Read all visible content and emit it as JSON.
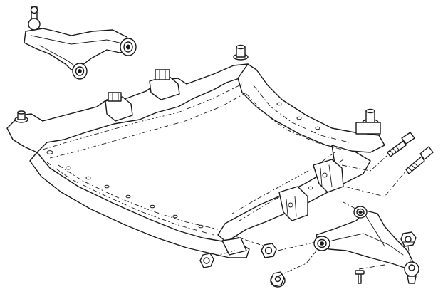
{
  "diagram": {
    "parts": [
      "front-subframe",
      "upper-control-arm",
      "lower-control-arm",
      "mounting-bolt-long",
      "mounting-bolt-short",
      "bushing-nut",
      "flange-nut",
      "ball-joint-nut",
      "ball-joint-bolt",
      "engine-mount-bracket-left",
      "engine-mount-bracket-right",
      "body-mount-stud"
    ]
  }
}
